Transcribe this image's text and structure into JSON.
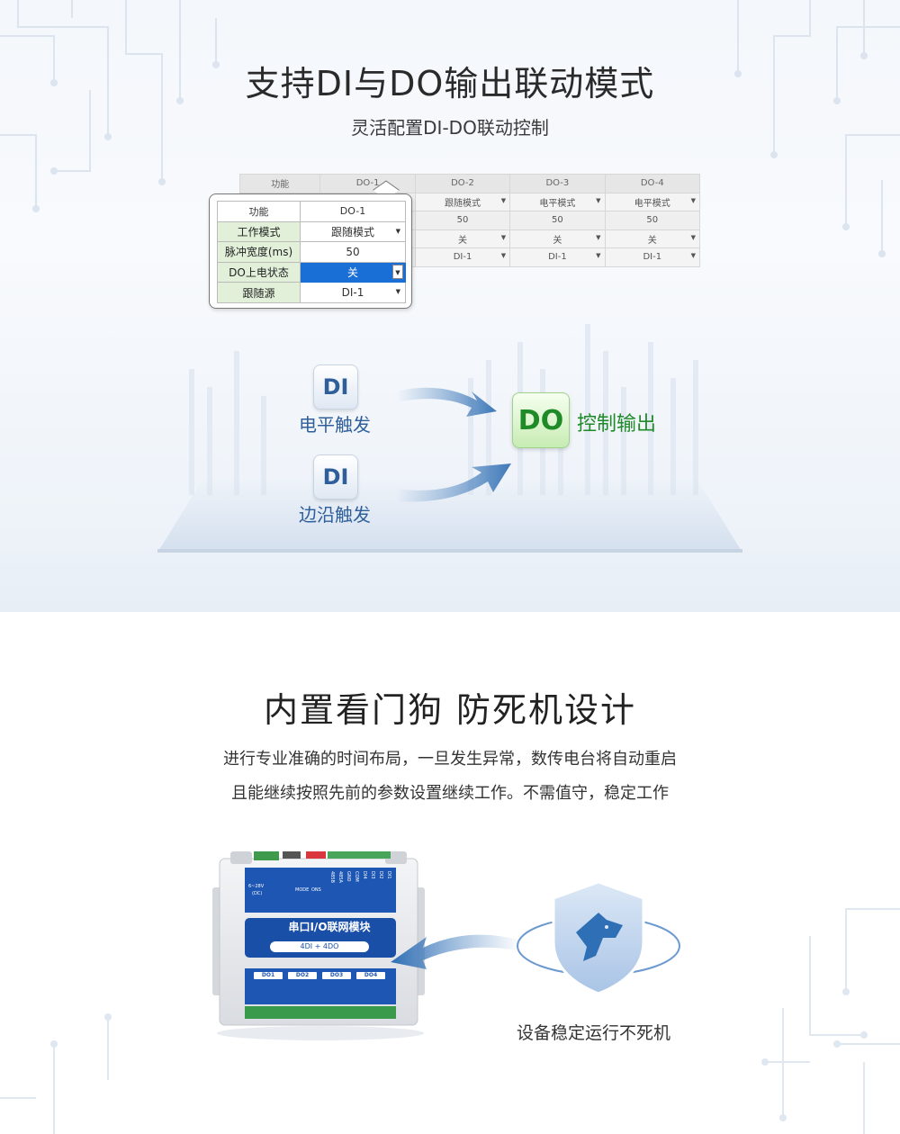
{
  "section1": {
    "title": "支持DI与DO输出联动模式",
    "subtitle": "灵活配置DI-DO联动控制",
    "bg_table": {
      "headers": [
        "功能",
        "DO-1",
        "DO-2",
        "DO-3",
        "DO-4"
      ],
      "rows": [
        [
          "跟随模式",
          "电平模式",
          "电平模式"
        ],
        [
          "50",
          "50",
          "50"
        ],
        [
          "关",
          "关",
          "关"
        ],
        [
          "DI-1",
          "DI-1",
          "DI-1"
        ]
      ]
    },
    "popup": {
      "header_key": "功能",
      "header_val": "DO-1",
      "rows": [
        {
          "key": "工作模式",
          "value": "跟随模式"
        },
        {
          "key": "脉冲宽度(ms)",
          "value": "50"
        },
        {
          "key": "DO上电状态",
          "value": "关"
        },
        {
          "key": "跟随源",
          "value": "DI-1"
        }
      ]
    },
    "diagram": {
      "di_badge": "DI",
      "di1_label": "电平触发",
      "di2_label": "边沿触发",
      "do_badge": "DO",
      "do_label": "控制输出"
    },
    "colors": {
      "blue": "#2e5f9a",
      "green": "#1f8a28",
      "select": "#1a6fd6"
    }
  },
  "section2": {
    "title": "内置看门狗 防死机设计",
    "desc_line1": "进行专业准确的时间布局，一旦发生异常，数传电台将自动重启",
    "desc_line2": "且能继续按照先前的参数设置继续工作。不需值守，稳定工作",
    "device": {
      "name": "串口I/O联网模块",
      "model": "4DI + 4DO",
      "power_label": "6~28V",
      "dc_label": "(DC)",
      "mode_label": "MODE",
      "ons_label": "ONS",
      "di_labels": [
        "DI1",
        "DI2",
        "DI3",
        "DI4",
        "COM",
        "GND",
        "485A",
        "485B"
      ],
      "do_labels": [
        "DO1",
        "DO2",
        "DO3",
        "DO4"
      ]
    },
    "caption": "设备稳定运行不死机"
  },
  "icons": [
    "dropdown-arrow-icon",
    "arrow-right-icon",
    "shield-dog-icon",
    "orbit-ring-icon",
    "circuit-pattern-icon"
  ]
}
